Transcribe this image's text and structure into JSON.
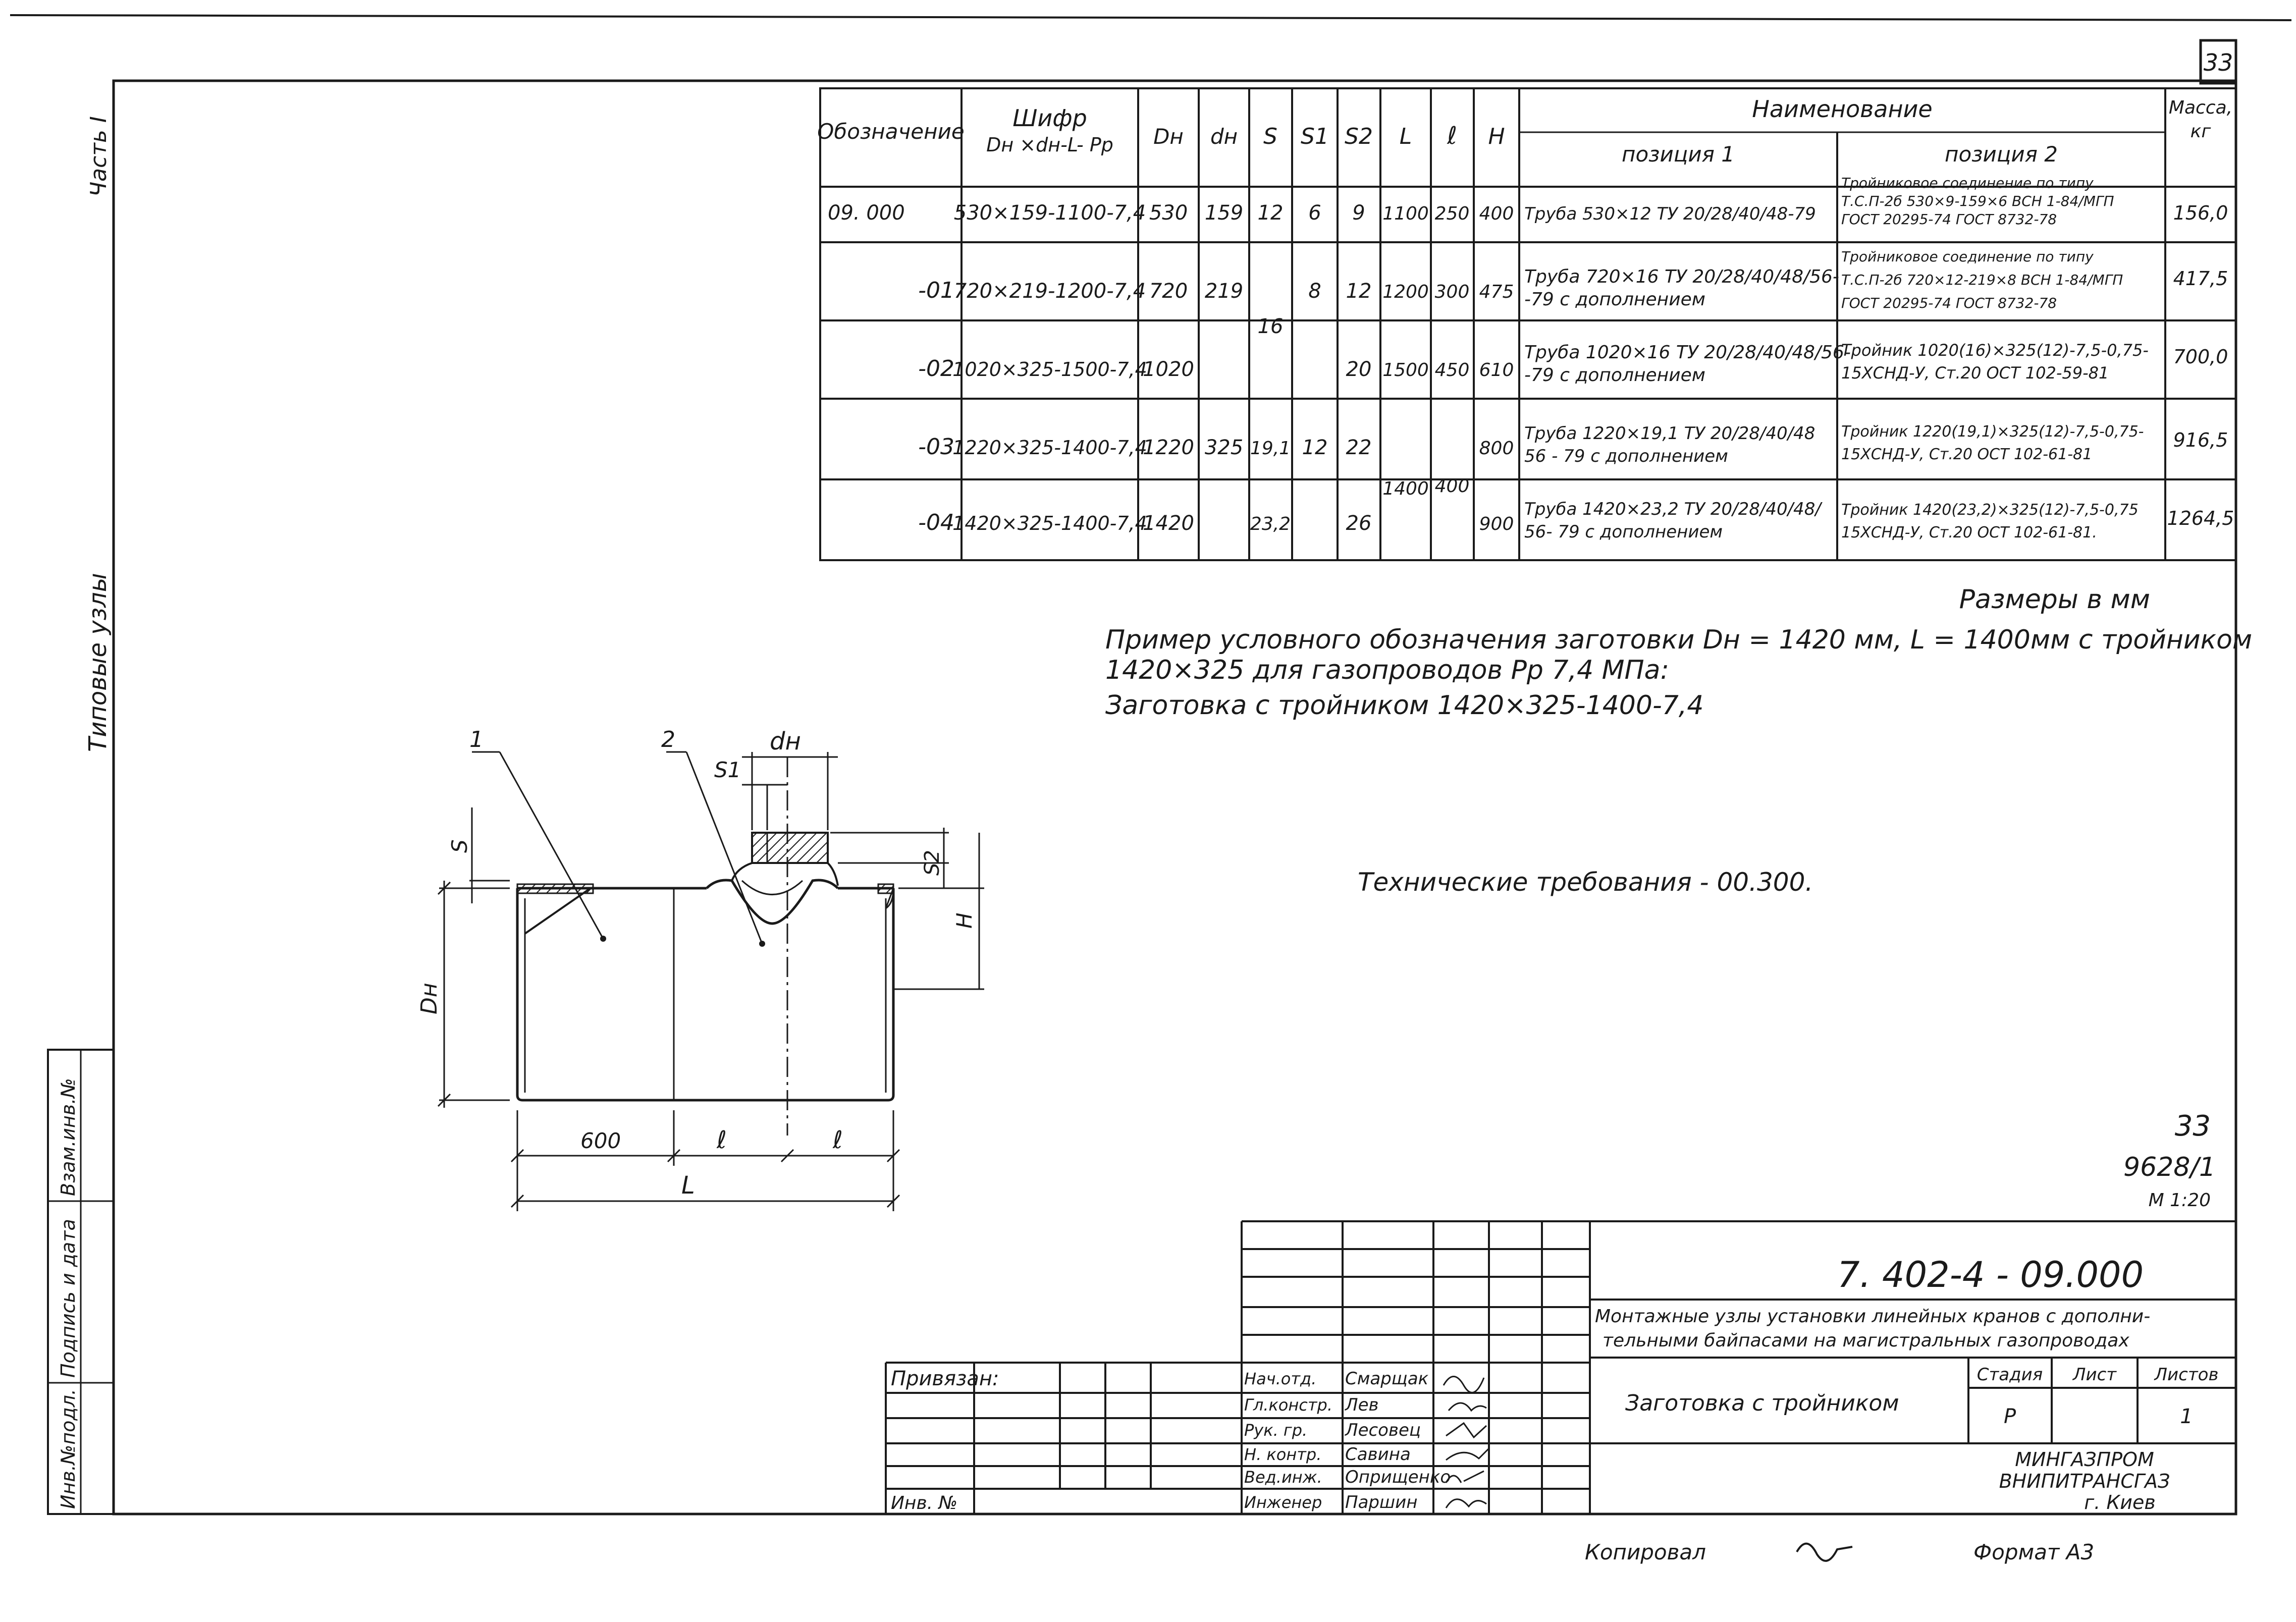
{
  "page_number": "33",
  "margin": {
    "part": "Часть I",
    "series": "Типовые узлы",
    "inv_orig": "Инв.№подл.",
    "sign_date": "Подпись и дата",
    "inv_repl": "Взам.инв.№"
  },
  "spec_table": {
    "headers": {
      "designation": "Обозначение",
      "cipher": "Шифр",
      "cipher_formula": "Dн ×dн-L- Pp",
      "dn": "Dн",
      "dh": "dн",
      "s": "S",
      "s1": "S1",
      "s2": "S2",
      "l": "L",
      "le": "ℓ",
      "h": "H",
      "name": "Наименование",
      "pos1": "позиция 1",
      "pos2": "позиция 2",
      "mass": "Масса,",
      "mass_unit": "кг"
    },
    "rows": [
      {
        "designation": "09. 000",
        "cipher": "530×159-1100-7,4",
        "dn": "530",
        "dh": "159",
        "s": "12",
        "s1": "6",
        "s2": "9",
        "l": "1100",
        "le": "250",
        "h": "400",
        "pos1": [
          "Труба 530×12 ТУ 20/28/40/48-79"
        ],
        "pos2": [
          "Тройниковое соединение по типу",
          "Т.С.П-2б 530×9-159×6  ВСН 1-84/МГП",
          "ГОСТ 20295-74 ГОСТ 8732-78"
        ],
        "mass": "156,0"
      },
      {
        "designation": "-01",
        "cipher": "720×219-1200-7,4",
        "dn": "720",
        "dh": "219",
        "s": "16",
        "s1": "8",
        "s2": "12",
        "l": "1200",
        "le": "300",
        "h": "475",
        "pos1": [
          "Труба 720×16 ТУ 20/28/40/48/56-",
          "-79  с дополнением"
        ],
        "pos2": [
          "Тройниковое соединение по типу",
          "Т.С.П-2б 720×12-219×8  ВСН 1-84/МГП",
          "ГОСТ 20295-74 ГОСТ 8732-78"
        ],
        "mass": "417,5"
      },
      {
        "designation": "-02",
        "cipher": "1020×325-1500-7,4",
        "dn": "1020",
        "dh": "",
        "s": "",
        "s1": "",
        "s2": "20",
        "l": "1500",
        "le": "450",
        "h": "610",
        "pos1": [
          "Труба 1020×16 ТУ 20/28/40/48/56-",
          "-79  с дополнением"
        ],
        "pos2": [
          "Тройник 1020(16)×325(12)-7,5-0,75-",
          "15ХСНД-У, Ст.20 ОСТ 102-59-81"
        ],
        "mass": "700,0"
      },
      {
        "designation": "-03",
        "cipher": "1220×325-1400-7,4",
        "dn": "1220",
        "dh": "325",
        "s": "19,1",
        "s1": "12",
        "s2": "22",
        "l": "1400",
        "le": "400",
        "h": "800",
        "pos1": [
          "Труба 1220×19,1 ТУ 20/28/40/48",
          "56 - 79  с дополнением"
        ],
        "pos2": [
          "Тройник 1220(19,1)×325(12)-7,5-0,75-",
          "15ХСНД-У, Ст.20  ОСТ 102-61-81"
        ],
        "mass": "916,5"
      },
      {
        "designation": "-04",
        "cipher": "1420×325-1400-7,4",
        "dn": "1420",
        "dh": "",
        "s": "23,2",
        "s1": "",
        "s2": "26",
        "l": "",
        "le": "",
        "h": "900",
        "pos1": [
          "Труба 1420×23,2 ТУ 20/28/40/48/",
          "56- 79  с дополнением"
        ],
        "pos2": [
          "Тройник 1420(23,2)×325(12)-7,5-0,75",
          "15ХСНД-У, Ст.20  ОСТ 102-61-81."
        ],
        "mass": "1264,5"
      }
    ]
  },
  "dimensions_note": "Размеры в мм",
  "example": {
    "line1": "Пример условного обозначения заготовки Dн = 1420 мм, L = 1400мм с тройником",
    "line2": "1420×325 для газопроводов Рр 7,4 МПа:",
    "line3": "Заготовка с тройником 1420×325-1400-7,4"
  },
  "tech_requirements": "Технические требования - 00.300.",
  "drawing_labels": {
    "pos1": "1",
    "pos2": "2",
    "dh": "dн",
    "s1": "S1",
    "s": "S",
    "s2": "S2",
    "h": "H",
    "dn": "Dн",
    "d600": "600",
    "le1": "ℓ",
    "le2": "ℓ",
    "total": "L"
  },
  "sheet_ref": {
    "number": "33",
    "code": "9628/1",
    "scale": "М 1:20"
  },
  "title_block": {
    "code": "7. 402-4 - 09.000",
    "project": [
      "Монтажные узлы установки линейных кранов с дополни-",
      "тельными байпасами на магистральных газопроводах"
    ],
    "item": "Заготовка с тройником",
    "stage_h": "Стадия",
    "sheet_h": "Лист",
    "sheets_h": "Листов",
    "stage": "Р",
    "sheet": "",
    "sheets": "1",
    "org": [
      "МИНГАЗПРОМ",
      "ВНИПИТРАНСГАЗ",
      "г. Киев"
    ],
    "tied": "Привязан:",
    "inv": "Инв. №",
    "roles": [
      {
        "role": "Нач.отд.",
        "name": "Смарщак"
      },
      {
        "role": "Гл.констр.",
        "name": "Лев"
      },
      {
        "role": "Рук. гр.",
        "name": "Лесовец"
      },
      {
        "role": "Н. контр.",
        "name": "Савина"
      },
      {
        "role": "Вед.инж.",
        "name": "Оприщенко"
      },
      {
        "role": "Инженер",
        "name": "Паршин"
      }
    ]
  },
  "footer": {
    "copied": "Копировал",
    "format": "Формат А3"
  }
}
